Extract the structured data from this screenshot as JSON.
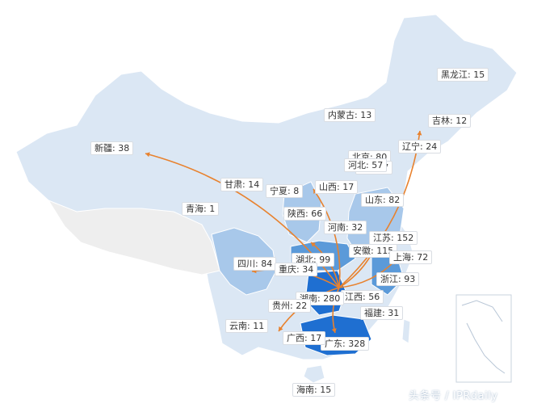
{
  "map": {
    "colors": {
      "ocean": "#ffffff",
      "low": "#dbe7f4",
      "mid": "#a8c8ea",
      "high": "#5b9ad9",
      "top": "#1f6fd1",
      "route": "#e8822e",
      "grey": "#eeeeee"
    },
    "regions": [
      {
        "id": "heilongjiang",
        "label": "黑龙江: 15"
      },
      {
        "id": "jilin",
        "label": "吉林: 12"
      },
      {
        "id": "liaoning",
        "label": "辽宁: 24"
      },
      {
        "id": "neimenggu",
        "label": "内蒙古: 13"
      },
      {
        "id": "beijing",
        "label": "北京: 80"
      },
      {
        "id": "tianjin",
        "label": "天津: 7"
      },
      {
        "id": "hebei",
        "label": "河北: 57"
      },
      {
        "id": "shanxi",
        "label": "山西: 17"
      },
      {
        "id": "shandong",
        "label": "山东: 82"
      },
      {
        "id": "henan",
        "label": "河南: 32"
      },
      {
        "id": "jiangsu",
        "label": "江苏: 152"
      },
      {
        "id": "anhui",
        "label": "安徽: 115"
      },
      {
        "id": "shanghai",
        "label": "上海: 72"
      },
      {
        "id": "zhejiang",
        "label": "浙江: 93"
      },
      {
        "id": "jiangxi",
        "label": "江西: 56"
      },
      {
        "id": "fujian",
        "label": "福建: 31"
      },
      {
        "id": "hubei",
        "label": "湖北: 99"
      },
      {
        "id": "hunan",
        "label": "湖南: 280"
      },
      {
        "id": "guangdong",
        "label": "广东: 328"
      },
      {
        "id": "guangxi",
        "label": "广西: 17"
      },
      {
        "id": "hainan",
        "label": "海南: 15"
      },
      {
        "id": "guizhou",
        "label": "贵州: 22"
      },
      {
        "id": "yunnan",
        "label": "云南: 11"
      },
      {
        "id": "sichuan",
        "label": "四川: 84"
      },
      {
        "id": "chongqing",
        "label": "重庆: 34"
      },
      {
        "id": "shaanxi",
        "label": "陕西: 66"
      },
      {
        "id": "ningxia",
        "label": "宁夏: 8"
      },
      {
        "id": "gansu",
        "label": "甘肃: 14"
      },
      {
        "id": "qinghai",
        "label": "青海: 1"
      },
      {
        "id": "xinjiang",
        "label": "新疆: 38"
      }
    ],
    "routes_origin": "hunan",
    "routes_to": [
      "xinjiang",
      "sichuan",
      "guangxi",
      "guangdong",
      "shaanxi",
      "shanxi",
      "liaoning",
      "shanghai",
      "jiangsu"
    ]
  },
  "watermark": "头条号 / IPRdaily"
}
